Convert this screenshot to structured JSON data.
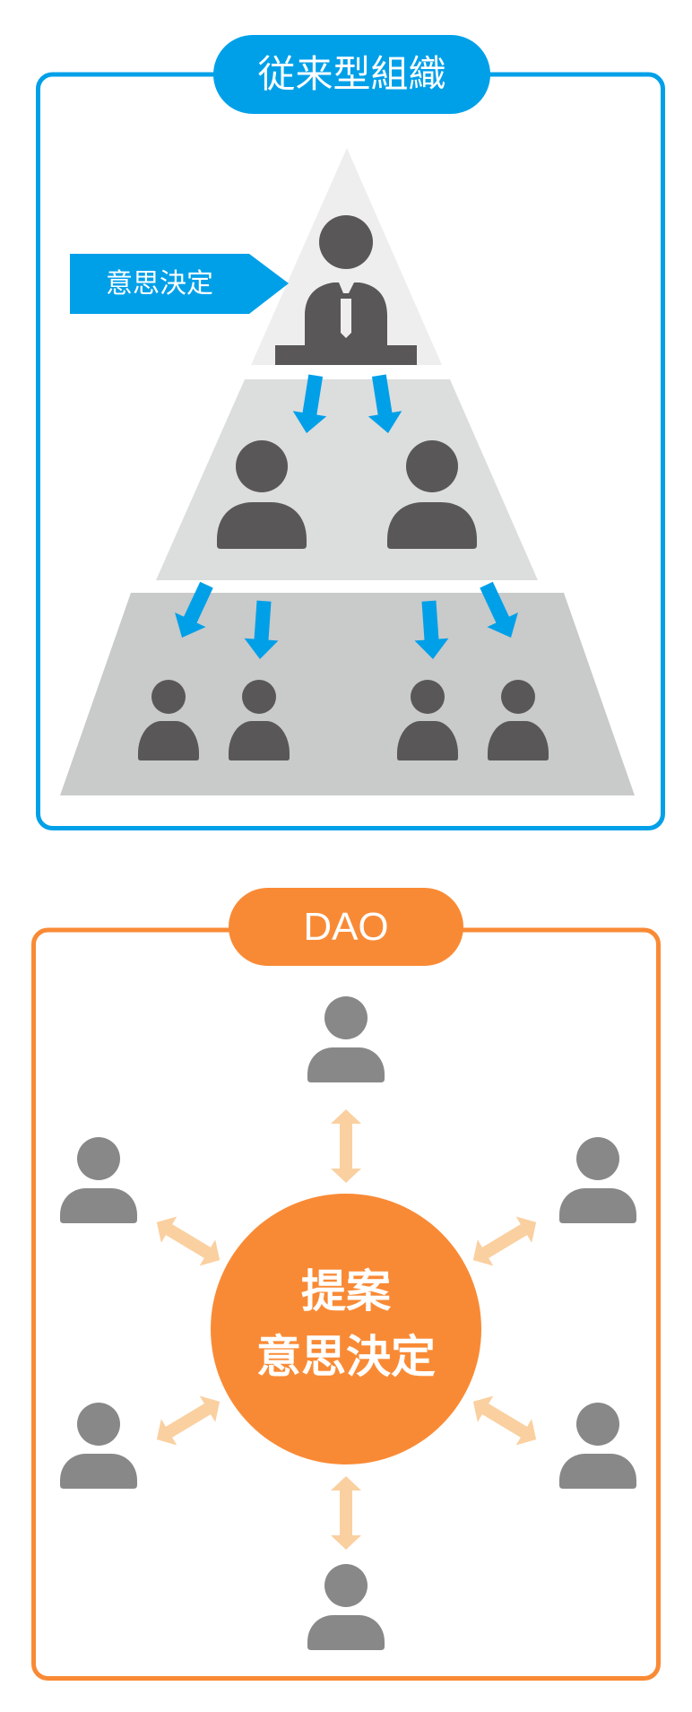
{
  "traditional": {
    "title": "従来型組織",
    "decision_tag": "意思決定",
    "tiers": [
      {
        "level": "top",
        "people": 1,
        "role": "boss"
      },
      {
        "level": "middle",
        "people": 2
      },
      {
        "level": "bottom",
        "people": 4
      }
    ],
    "arrow_direction": "top-down"
  },
  "dao": {
    "title": "DAO",
    "center_line1": "提案",
    "center_line2": "意思決定",
    "members": 6,
    "arrow_type": "bidirectional"
  },
  "colors": {
    "blue": "#00a0e9",
    "orange": "#f98a35",
    "orange_light": "#fad0a0",
    "person_dark": "#595757",
    "person_gray": "#888888",
    "tier_top": "#eeeeee",
    "tier_middle": "#dcdddd",
    "tier_bottom": "#c9caca"
  }
}
